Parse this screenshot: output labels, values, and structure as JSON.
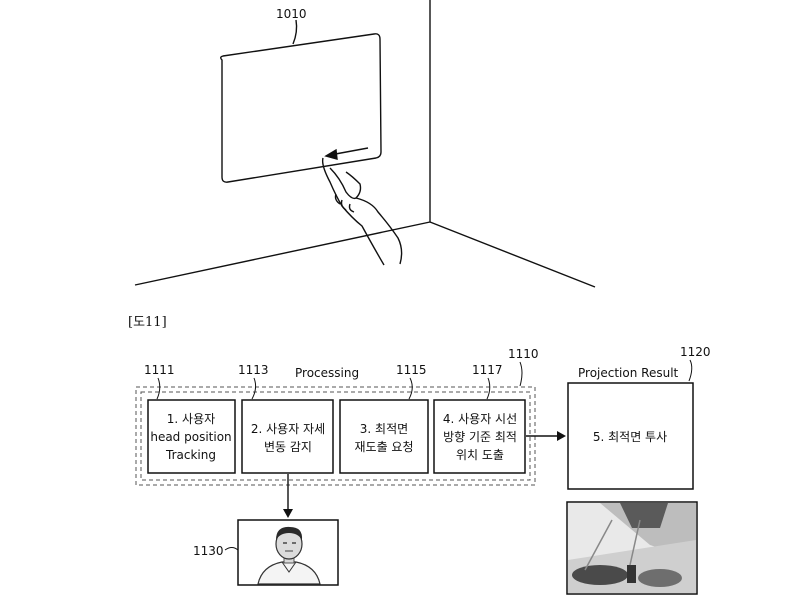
{
  "figure_top": {
    "screen_label": "1010"
  },
  "figure_label": "[도11]",
  "processing": {
    "group_id": "1110",
    "title": "Processing",
    "steps": [
      {
        "id": "1111",
        "lines": [
          "1. 사용자",
          "head position",
          "Tracking"
        ]
      },
      {
        "id": "1113",
        "lines": [
          "2. 사용자 자세",
          "변동 감지"
        ]
      },
      {
        "id": "1115",
        "lines": [
          "3. 최적면",
          "재도출 요청"
        ]
      },
      {
        "id": "1117",
        "lines": [
          "4. 사용자 시선",
          "방향 기준 최적",
          "위치 도출"
        ]
      }
    ]
  },
  "projection": {
    "id": "1120",
    "title": "Projection Result",
    "lines": [
      "5. 최적면 투사"
    ]
  },
  "photo": {
    "id": "1130"
  }
}
